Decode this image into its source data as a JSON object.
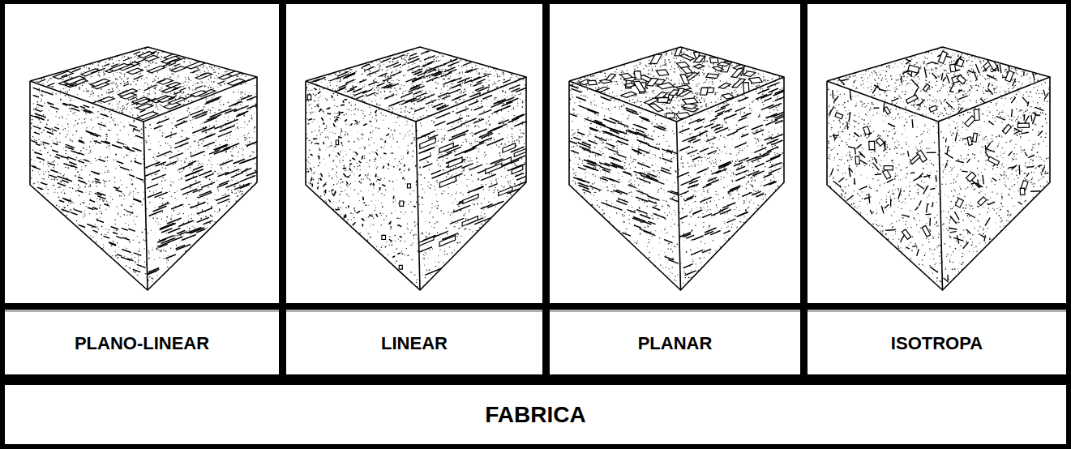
{
  "diagram": {
    "nodes": [
      {
        "text": [
          "PLANO-LINEAR"
        ]
      },
      {
        "text": [
          "LINEAR"
        ]
      },
      {
        "text": [
          "PLANAR"
        ]
      },
      {
        "text": [
          "ISOTROPA"
        ]
      },
      {
        "text": [
          "FABRICA"
        ]
      }
    ]
  }
}
